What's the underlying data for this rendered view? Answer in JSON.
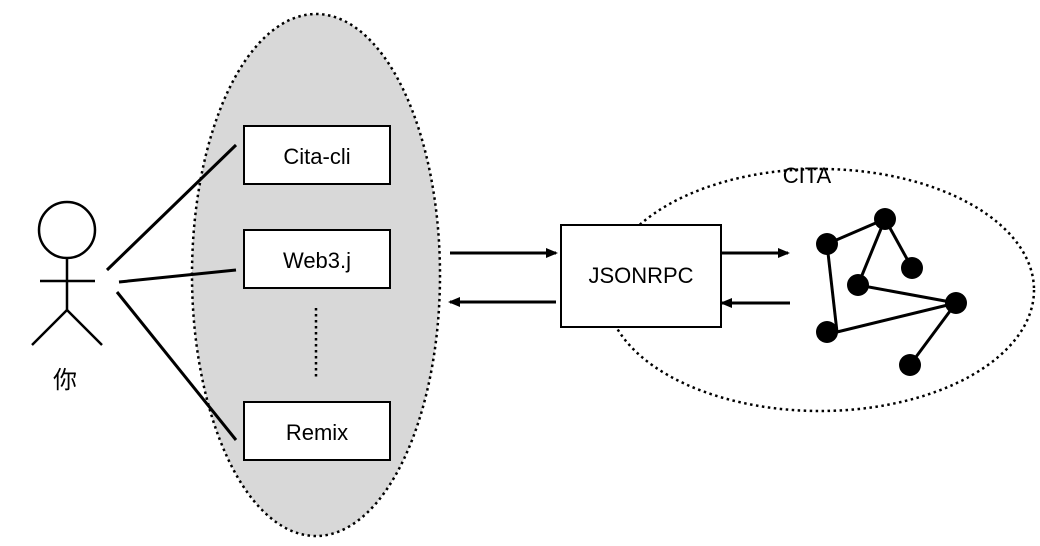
{
  "actor": {
    "label": "你"
  },
  "clients": {
    "items": [
      "Cita-cli",
      "Web3.j",
      "Remix"
    ]
  },
  "gateway": {
    "label": "JSONRPC"
  },
  "network": {
    "label": "CITA"
  },
  "colors": {
    "client_group_fill": "#d8d8d8",
    "stroke": "#000000",
    "background": "#ffffff"
  }
}
